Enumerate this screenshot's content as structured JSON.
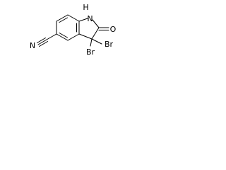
{
  "molecule": {
    "atom_labels": {
      "nh": "H",
      "n": "N",
      "o": "O",
      "nitrile_n": "N",
      "br1": "Br",
      "br2": "Br"
    },
    "bond_color": "#000000",
    "background": "#ffffff"
  }
}
